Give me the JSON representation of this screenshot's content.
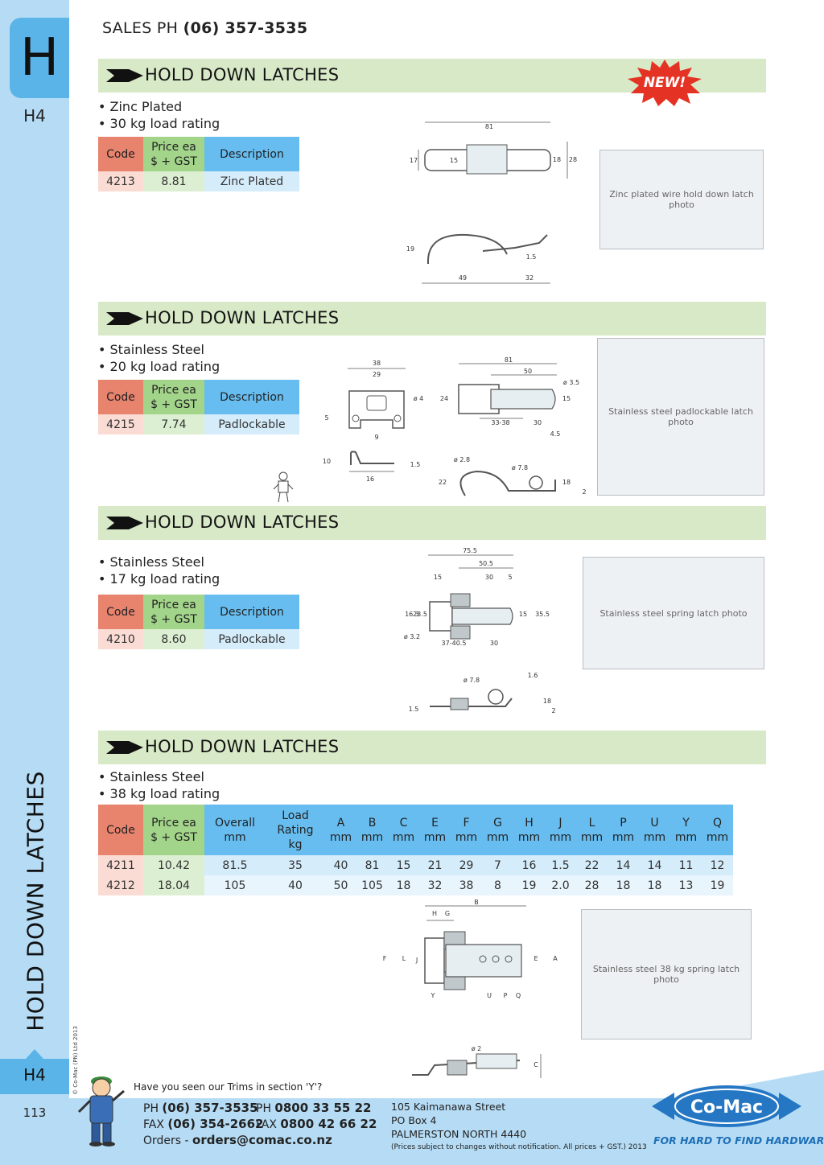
{
  "sidebar": {
    "tab_letter": "H",
    "code_top": "H4",
    "vertical_title": "HOLD DOWN LATCHES",
    "code_bottom": "H4",
    "page_number": "113",
    "copyright": "© Co-Mac (PN) Ltd 2013"
  },
  "header": {
    "sales_label": "SALES PH ",
    "sales_phone": "(06) 357-3535"
  },
  "sections": [
    {
      "title": "HOLD DOWN LATCHES",
      "badge": "NEW!",
      "bullets": [
        "• Zinc Plated",
        "• 30 kg load rating"
      ],
      "table": {
        "h_code": "Code",
        "h_price_1": "Price ea",
        "h_price_2": "$ + GST",
        "h_desc": "Description",
        "row": {
          "code": "4213",
          "price": "8.81",
          "desc": "Zinc Plated"
        }
      }
    },
    {
      "title": "HOLD DOWN LATCHES",
      "bullets": [
        "• Stainless Steel",
        "• 20 kg load rating"
      ],
      "table": {
        "h_code": "Code",
        "h_price_1": "Price ea",
        "h_price_2": "$ + GST",
        "h_desc": "Description",
        "row": {
          "code": "4215",
          "price": "7.74",
          "desc": "Padlockable"
        }
      }
    },
    {
      "title": "HOLD DOWN LATCHES",
      "bullets": [
        "• Stainless Steel",
        "• 17 kg load rating"
      ],
      "table": {
        "h_code": "Code",
        "h_price_1": "Price ea",
        "h_price_2": "$ + GST",
        "h_desc": "Description",
        "row": {
          "code": "4210",
          "price": "8.60",
          "desc": "Padlockable"
        }
      }
    },
    {
      "title": "HOLD DOWN LATCHES",
      "bullets": [
        "• Stainless Steel",
        "• 38 kg load rating"
      ]
    }
  ],
  "big_table": {
    "h_code": "Code",
    "h_price": [
      "Price ea",
      "$ + GST"
    ],
    "h_overall": [
      "Overall",
      "mm"
    ],
    "h_load": [
      "Load",
      "Rating",
      "kg"
    ],
    "dims": [
      "A",
      "B",
      "C",
      "E",
      "F",
      "G",
      "H",
      "J",
      "L",
      "P",
      "U",
      "Y",
      "Q"
    ],
    "unit": "mm",
    "rows": [
      {
        "code": "4211",
        "price": "10.42",
        "overall": "81.5",
        "load": "35",
        "vals": [
          "40",
          "81",
          "15",
          "21",
          "29",
          "7",
          "16",
          "1.5",
          "22",
          "14",
          "14",
          "11",
          "12"
        ]
      },
      {
        "code": "4212",
        "price": "18.04",
        "overall": "105",
        "load": "40",
        "vals": [
          "50",
          "105",
          "18",
          "32",
          "38",
          "8",
          "19",
          "2.0",
          "28",
          "18",
          "18",
          "13",
          "19"
        ]
      }
    ]
  },
  "drawings": {
    "d1_top": [
      "81",
      "17",
      "15",
      "18",
      "28"
    ],
    "d1_side": [
      "19",
      "1.5",
      "49",
      "32"
    ],
    "d2_plate": [
      "38",
      "29",
      "ø 4",
      "5"
    ],
    "d2_hook": [
      "9",
      "10",
      "1.5",
      "16"
    ],
    "d2_top": [
      "81",
      "50",
      "ø 3.5",
      "24",
      "15",
      "33-38",
      "30",
      "4.5"
    ],
    "d2_side": [
      "ø 2.8",
      "ø 7.8",
      "22",
      "18",
      "2"
    ],
    "d3_top": [
      "75.5",
      "50.5",
      "15",
      "30",
      "5",
      "23.5",
      "16.3",
      "15",
      "35.5",
      "ø 3.2",
      "37-40.5",
      "30"
    ],
    "d3_side": [
      "ø 7.8",
      "1.6",
      "1.5",
      "18",
      "2"
    ],
    "d4_top": [
      "B",
      "H",
      "G",
      "F",
      "L",
      "E",
      "A",
      "J",
      "Y",
      "U",
      "P",
      "Q"
    ],
    "d4_side": [
      "ø 2",
      "C"
    ]
  },
  "photos": [
    "Zinc plated wire hold down latch photo",
    "Stainless steel padlockable latch photo",
    "Stainless steel spring latch photo",
    "Stainless steel 38 kg spring latch photo"
  ],
  "footer": {
    "trims_note": "Have you seen our Trims in section 'Y'?",
    "ph_label": "PH ",
    "ph": "(06) 357-3535",
    "fax_label": "FAX ",
    "fax": "(06) 354-2662",
    "orders_label": "Orders - ",
    "email": "orders@comac.co.nz",
    "ph2_label": "PH ",
    "ph2": "0800 33 55 22",
    "fax2_label": "FAX ",
    "fax2": "0800 42 66 22",
    "address": [
      "105 Kaimanawa Street",
      "PO Box 4",
      "PALMERSTON NORTH 4440"
    ],
    "disclaimer": "(Prices subject to changes without notification.  All prices + GST.)  2013",
    "logo_text": "Co-Mac",
    "tagline": "FOR HARD TO FIND HARDWARE"
  },
  "colors": {
    "sidebar": "#b6dcf5",
    "tab": "#5ab4e8",
    "banner": "#d8e9c7",
    "code": "#e8836e",
    "price": "#a2d48a",
    "desc": "#67bdf0",
    "new_badge": "#e43325",
    "logo": "#2577c4"
  }
}
